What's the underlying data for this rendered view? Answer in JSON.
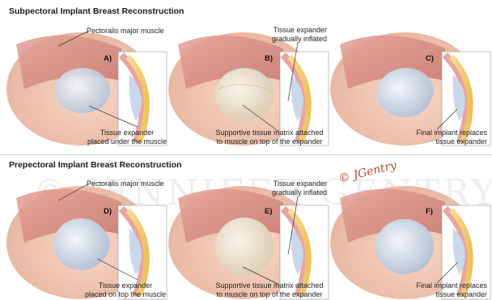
{
  "sections": [
    {
      "title": "Subpectoral Implant Breast Reconstruction",
      "panels": [
        {
          "letter": "A)",
          "top_label": "Pectoralis major muscle",
          "bottom_label_1": "Tissue expander",
          "bottom_label_2": "placed under the muscle"
        },
        {
          "letter": "B)",
          "top_label_1": "Tissue expander",
          "top_label_2": "gradually inflated",
          "bottom_label_1": "Supportive tissue matrix attached",
          "bottom_label_2": "to muscle on top of the expander"
        },
        {
          "letter": "C)",
          "bottom_label_1": "Final implant replaces",
          "bottom_label_2": "tissue expander"
        }
      ]
    },
    {
      "title": "Prepectoral Implant Breast Reconstruction",
      "panels": [
        {
          "letter": "D)",
          "top_label": "Pectoralis major muscle",
          "bottom_label_1": "Tissue expander",
          "bottom_label_2": "placed on top the muscle"
        },
        {
          "letter": "E)",
          "top_label_1": "Tissue expander",
          "top_label_2": "gradually inflated",
          "bottom_label_1": "Supportive tissue matrix attached",
          "bottom_label_2": "to muscle on top of the expander"
        },
        {
          "letter": "F)",
          "bottom_label_1": "Final implant replaces",
          "bottom_label_2": "tissue expander"
        }
      ]
    }
  ],
  "watermark": "© JENNIFER GENTRY",
  "signature": "© JGentry",
  "colors": {
    "skin": "#f2c9b4",
    "muscle": "#d98f86",
    "fat": "#f5d27a",
    "implant": "#c9d6e6",
    "expander": "#e9ddc7"
  }
}
